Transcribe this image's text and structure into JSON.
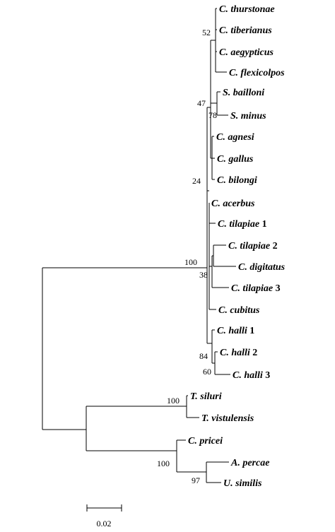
{
  "tree": {
    "taxa": [
      {
        "id": "thurstonae",
        "name": "C. thurstonae",
        "suffix": ""
      },
      {
        "id": "tiberianus",
        "name": "C. tiberianus",
        "suffix": ""
      },
      {
        "id": "aegypticus",
        "name": "C. aegypticus",
        "suffix": ""
      },
      {
        "id": "flexicolpos",
        "name": "C. flexicolpos",
        "suffix": ""
      },
      {
        "id": "bailloni",
        "name": "S. bailloni",
        "suffix": ""
      },
      {
        "id": "minus",
        "name": "S. minus",
        "suffix": ""
      },
      {
        "id": "agnesi",
        "name": "C. agnesi",
        "suffix": ""
      },
      {
        "id": "gallus",
        "name": "C. gallus",
        "suffix": ""
      },
      {
        "id": "bilongi",
        "name": "C. bilongi",
        "suffix": ""
      },
      {
        "id": "acerbus",
        "name": "C. acerbus",
        "suffix": ""
      },
      {
        "id": "tilapiae1",
        "name": "C. tilapiae",
        "suffix": "1"
      },
      {
        "id": "tilapiae2",
        "name": "C. tilapiae",
        "suffix": "2"
      },
      {
        "id": "digitatus",
        "name": "C. digitatus",
        "suffix": ""
      },
      {
        "id": "tilapiae3",
        "name": "C. tilapiae",
        "suffix": "3"
      },
      {
        "id": "cubitus",
        "name": "C. cubitus",
        "suffix": ""
      },
      {
        "id": "halli1",
        "name": "C. halli",
        "suffix": "1"
      },
      {
        "id": "halli2",
        "name": "C. halli",
        "suffix": "2"
      },
      {
        "id": "halli3",
        "name": "C. halli",
        "suffix": "3"
      },
      {
        "id": "siluri",
        "name": "T. siluri",
        "suffix": ""
      },
      {
        "id": "vistulensis",
        "name": "T. vistulensis",
        "suffix": ""
      },
      {
        "id": "pricei",
        "name": "C. pricei",
        "suffix": ""
      },
      {
        "id": "percae",
        "name": "A. percae",
        "suffix": ""
      },
      {
        "id": "similis",
        "name": "U. similis",
        "suffix": ""
      }
    ],
    "support_values": [
      {
        "id": "s52",
        "value": "52"
      },
      {
        "id": "s47",
        "value": "47"
      },
      {
        "id": "s78",
        "value": "78"
      },
      {
        "id": "s24",
        "value": "24"
      },
      {
        "id": "s100a",
        "value": "100"
      },
      {
        "id": "s38",
        "value": "38"
      },
      {
        "id": "s84",
        "value": "84"
      },
      {
        "id": "s60",
        "value": "60"
      },
      {
        "id": "s100b",
        "value": "100"
      },
      {
        "id": "s100c",
        "value": "100"
      },
      {
        "id": "s97",
        "value": "97"
      }
    ],
    "scale_bar": {
      "label": "0.02"
    }
  }
}
